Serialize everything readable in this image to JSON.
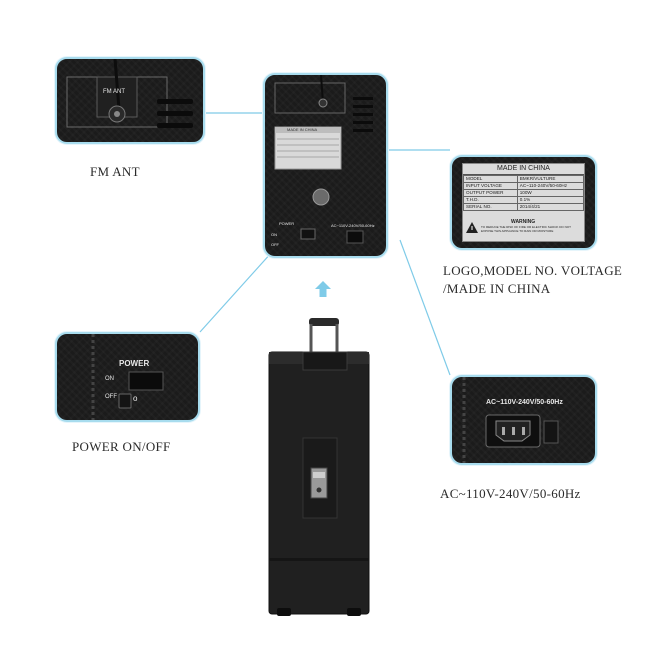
{
  "captions": {
    "fm_ant": "FM ANT",
    "logo_model": "LOGO,MODEL NO. VOLTAGE\n/MADE IN CHINA",
    "power": "POWER ON/OFF",
    "ac": "AC~110V-240V/50-60Hz"
  },
  "fm_panel": {
    "label": "FM ANT"
  },
  "label_panel": {
    "header": "MADE IN CHINA",
    "rows": [
      [
        "MODEL",
        "BMKR/VULTURE"
      ],
      [
        "INPUT VOLTAGE",
        "AC~110-240V/50-60Hz"
      ],
      [
        "OUTPUT POWER",
        "100W"
      ],
      [
        "T.H.D.",
        "0.1%"
      ],
      [
        "SERIAL NO.",
        "2014/4/21"
      ]
    ],
    "warning": "WARNING",
    "warning_text": "TO REDUCE THE RISK OF FIRE OR ELECTRIC SHOCK DO NOT EXPOSE THIS APPLIANCE TO RAIN OR MOISTURE"
  },
  "power_panel": {
    "title": "POWER",
    "on": "ON",
    "off": "OFF"
  },
  "ac_panel": {
    "label": "AC~110V-240V/50-60Hz"
  },
  "rear_panel": {
    "power": "POWER",
    "on": "ON",
    "off": "OFF",
    "ac": "AC~110V-240V/50-60Hz",
    "label_header": "MADE IN CHINA"
  },
  "colors": {
    "accent": "#7fcbe8",
    "panel": "#1b1b1b"
  }
}
